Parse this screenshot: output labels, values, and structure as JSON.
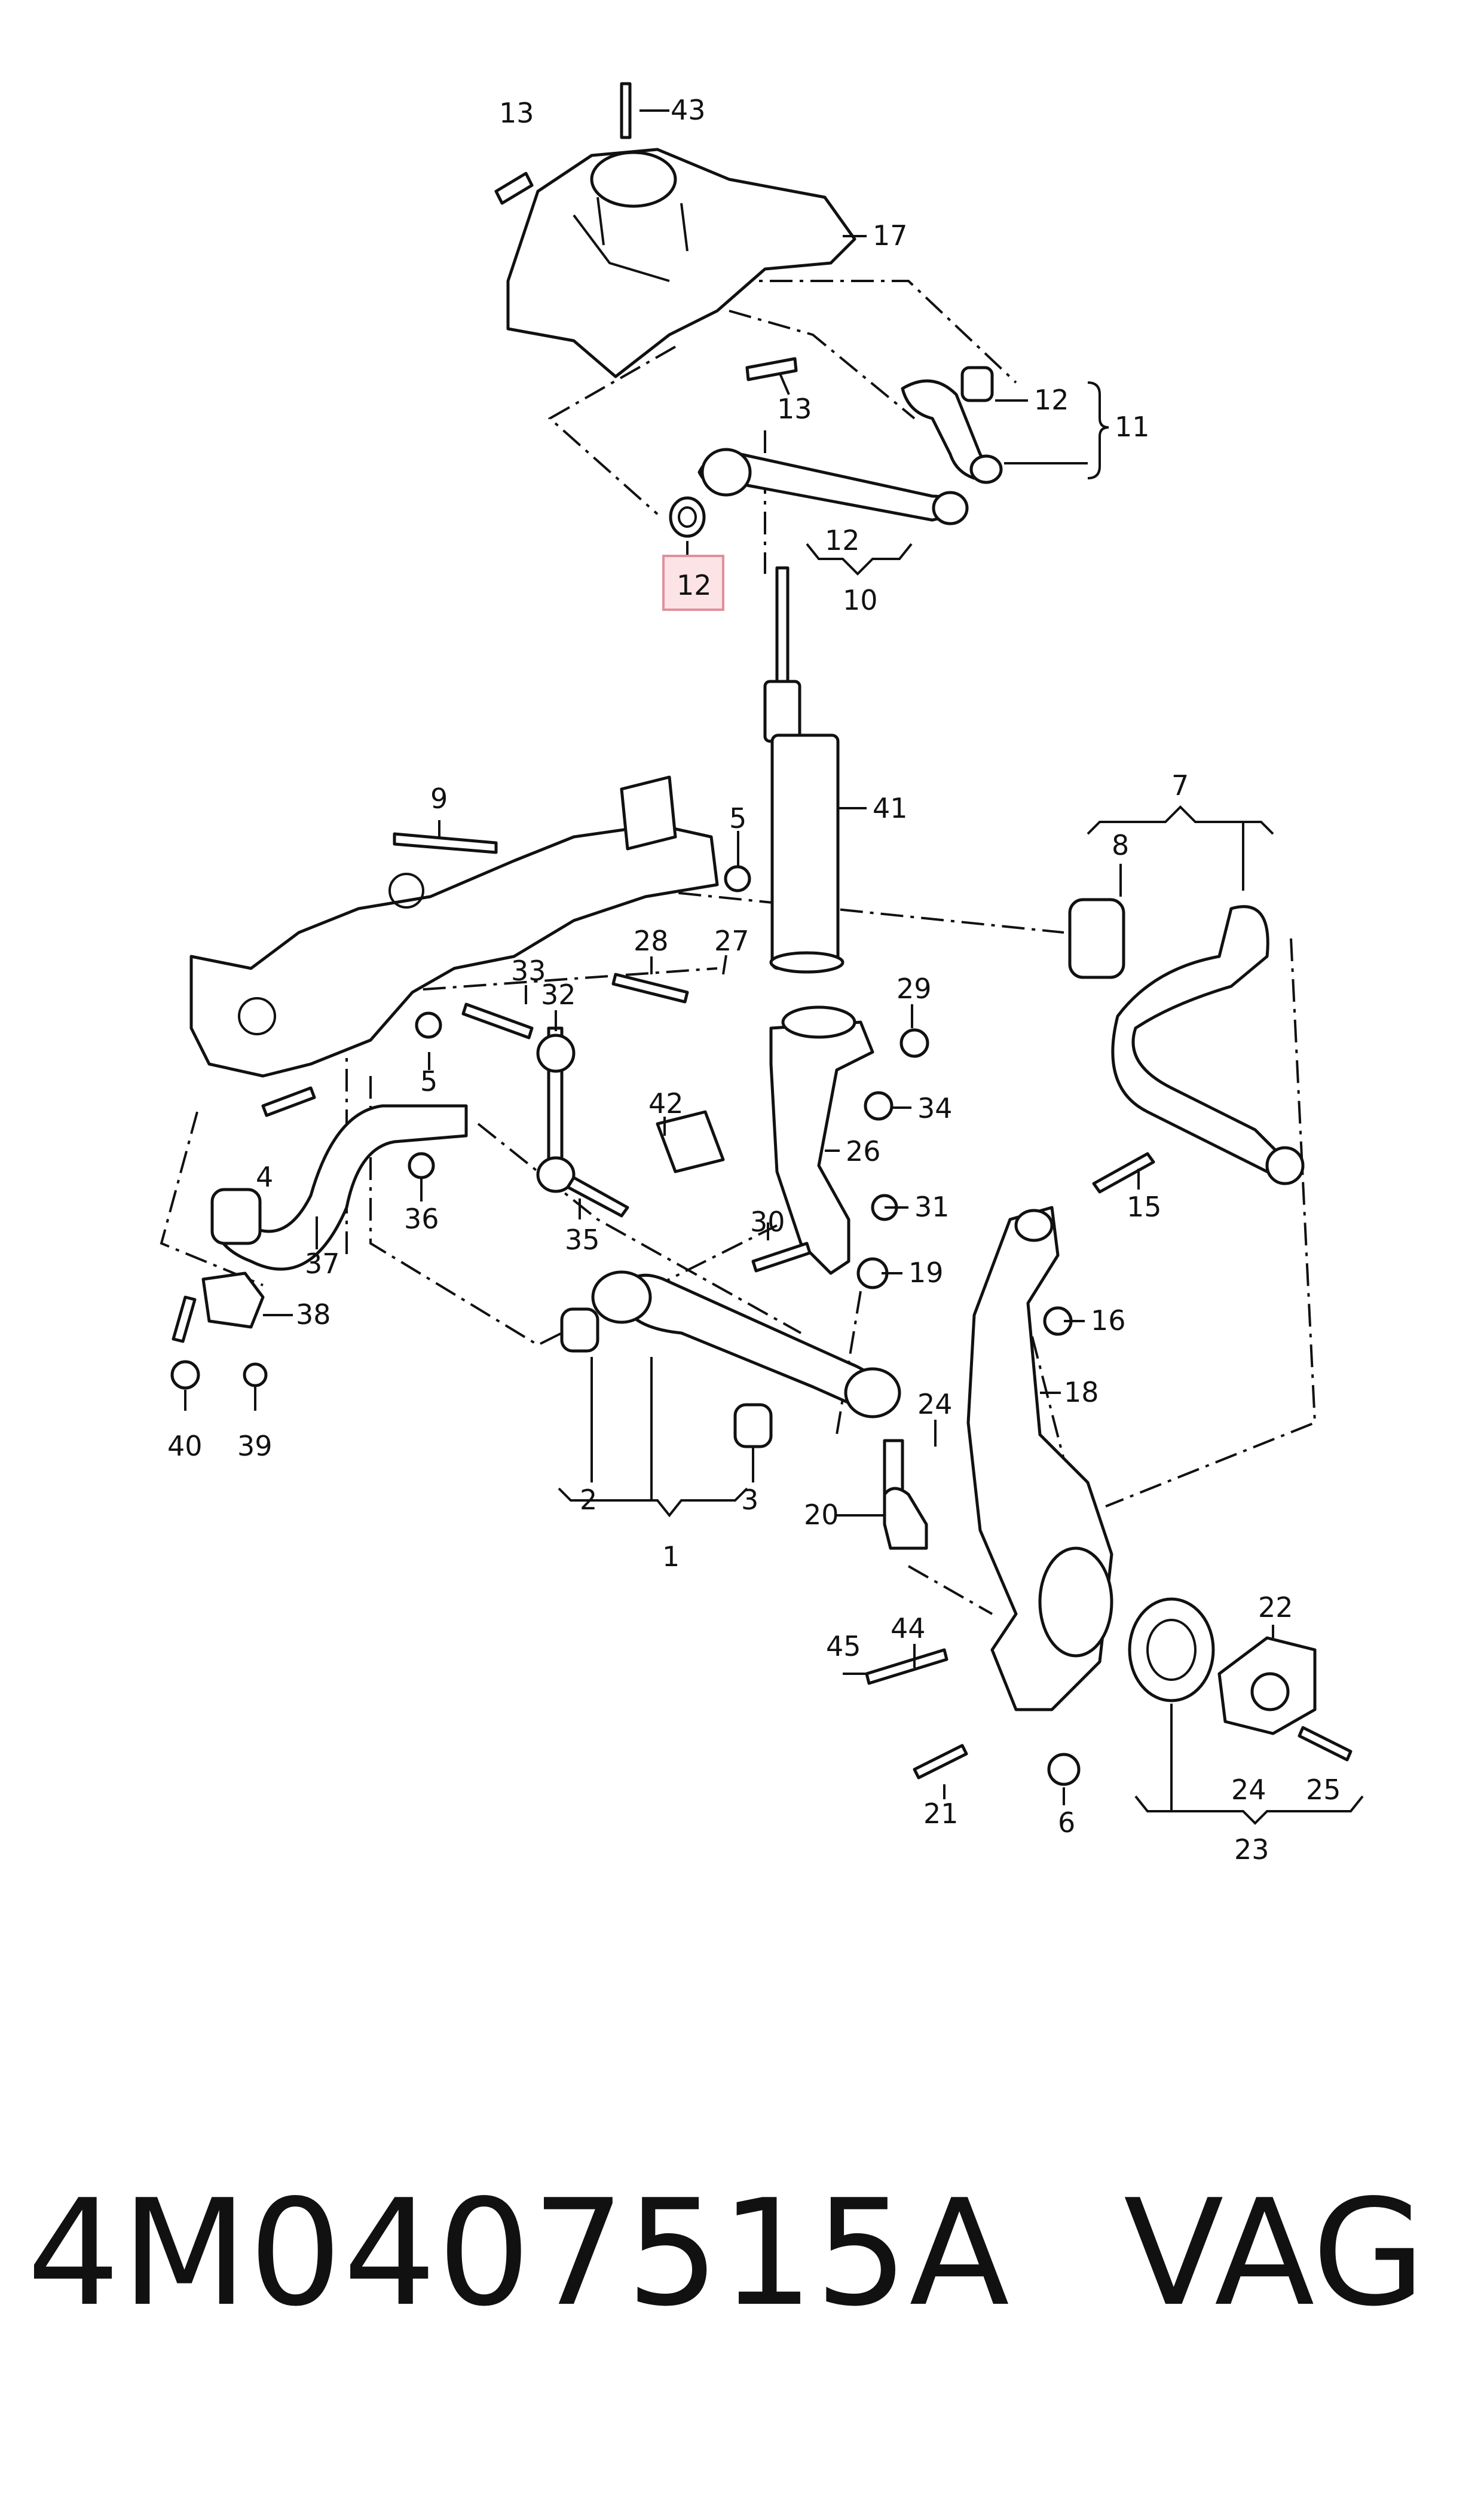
{
  "diagram": {
    "callouts": {
      "c13a": "13",
      "c43": "43",
      "c17": "17",
      "c13b": "13",
      "c12a": "12",
      "c11": "11",
      "c12hl": "12",
      "c12b": "12",
      "c10": "10",
      "c9": "9",
      "c5a": "5",
      "c41": "41",
      "c7": "7",
      "c8": "8",
      "c28": "28",
      "c27": "27",
      "c33": "33",
      "c32": "32",
      "c29": "29",
      "c5b": "5",
      "c4": "4",
      "c34": "34",
      "c42": "42",
      "c26": "26",
      "c36": "36",
      "c15": "15",
      "c35": "35",
      "c37": "37",
      "c30": "30",
      "c31": "31",
      "c19": "19",
      "c38": "38",
      "c16": "16",
      "c18": "18",
      "c24a": "24",
      "c40": "40",
      "c39": "39",
      "c2": "2",
      "c3": "3",
      "c1": "1",
      "c20": "20",
      "c22": "22",
      "c45": "45",
      "c44": "44",
      "c21": "21",
      "c6": "6",
      "c24b": "24",
      "c25": "25",
      "c23": "23"
    }
  },
  "footer": {
    "part_number": "4M0407515A",
    "brand": "VAG"
  }
}
